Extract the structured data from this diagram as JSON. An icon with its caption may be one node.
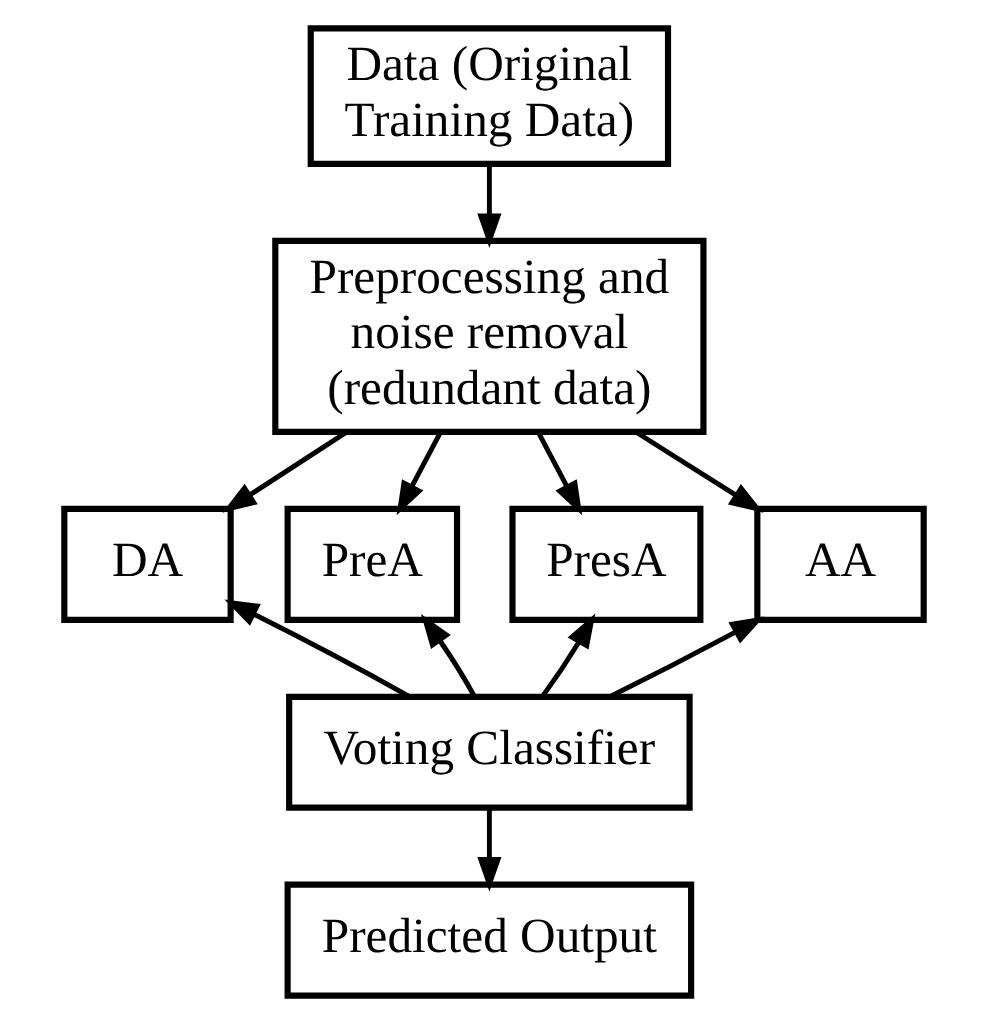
{
  "diagram": {
    "nodes": [
      {
        "text": [
          "Data (Original Training Data)"
        ]
      },
      {
        "text": [
          "Preprocessing and noise removal (redundant data)"
        ]
      },
      {
        "text": [
          "DA"
        ]
      },
      {
        "text": [
          "PreA"
        ]
      },
      {
        "text": [
          "PresA"
        ]
      },
      {
        "text": [
          "AA"
        ]
      },
      {
        "text": [
          "Voting Classifier"
        ]
      },
      {
        "text": [
          "Predicted Output"
        ]
      }
    ],
    "edges": [
      {
        "from": 0,
        "to": 1,
        "arrow": "to"
      },
      {
        "from": 1,
        "to": 2,
        "arrow": "to"
      },
      {
        "from": 1,
        "to": 3,
        "arrow": "to"
      },
      {
        "from": 1,
        "to": 4,
        "arrow": "to"
      },
      {
        "from": 1,
        "to": 5,
        "arrow": "to"
      },
      {
        "from": 6,
        "to": 2,
        "arrow": "to"
      },
      {
        "from": 6,
        "to": 3,
        "arrow": "to"
      },
      {
        "from": 6,
        "to": 4,
        "arrow": "to"
      },
      {
        "from": 6,
        "to": 5,
        "arrow": "to"
      },
      {
        "from": 6,
        "to": 7,
        "arrow": "to"
      }
    ]
  }
}
